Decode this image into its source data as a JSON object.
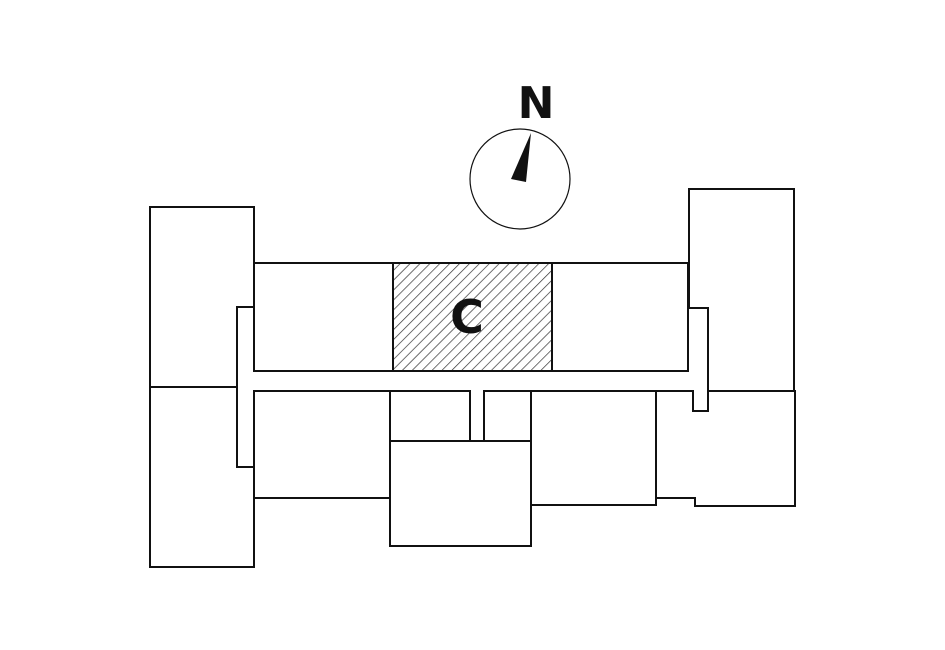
{
  "compass": {
    "north_label": "N",
    "icon": "north-arrow-icon"
  },
  "highlight": {
    "unit_label": "C",
    "pattern": "diagonal-hatch"
  },
  "colors": {
    "line": "#111111",
    "background": "#ffffff",
    "hatch": "#333333"
  }
}
